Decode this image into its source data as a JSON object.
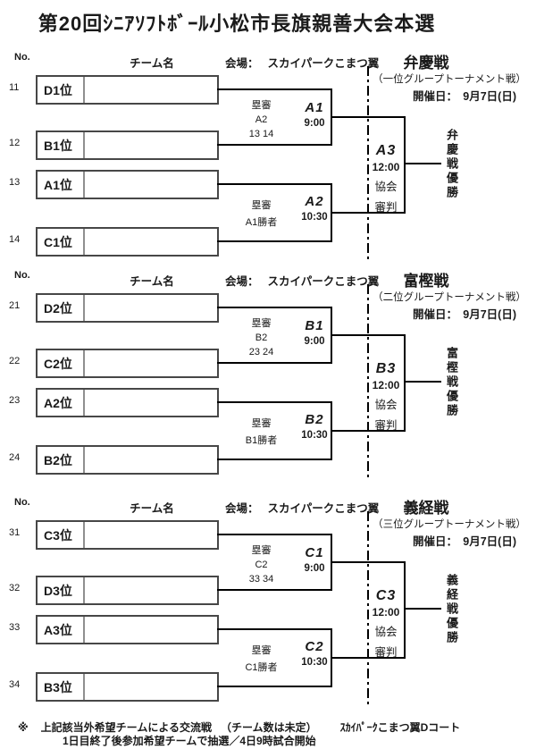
{
  "title": "第20回ｼﾆｱｿﾌﾄﾎﾞｰﾙ小松市長旗親善大会本選",
  "headers": {
    "no": "No.",
    "team": "チーム名",
    "venue_label": "会場：",
    "venue": "スカイパークこまつ翼"
  },
  "brackets": [
    {
      "name": "弁慶戦",
      "subtitle": "（一位グループトーナメント戦）",
      "date": "開催日：　9月7日(日)",
      "teams": [
        {
          "no": "11",
          "seed": "D1位",
          "name": ""
        },
        {
          "no": "12",
          "seed": "B1位",
          "name": ""
        },
        {
          "no": "13",
          "seed": "A1位",
          "name": ""
        },
        {
          "no": "14",
          "seed": "C1位",
          "name": ""
        }
      ],
      "semi1": {
        "code": "A1",
        "time": "9:00",
        "ump_label": "塁審",
        "ump": "A2",
        "game_nos": "13 14"
      },
      "semi2": {
        "code": "A2",
        "time": "10:30",
        "ump_label": "塁審",
        "ump": "A1勝者"
      },
      "final": {
        "code": "A3",
        "time": "12:00",
        "judge_line1": "協会",
        "judge_line2": "審判"
      },
      "champion": "弁慶戦優勝"
    },
    {
      "name": "富樫戦",
      "subtitle": "（二位グループトーナメント戦）",
      "date": "開催日：　9月7日(日)",
      "teams": [
        {
          "no": "21",
          "seed": "D2位",
          "name": ""
        },
        {
          "no": "22",
          "seed": "C2位",
          "name": ""
        },
        {
          "no": "23",
          "seed": "A2位",
          "name": ""
        },
        {
          "no": "24",
          "seed": "B2位",
          "name": ""
        }
      ],
      "semi1": {
        "code": "B1",
        "time": "9:00",
        "ump_label": "塁審",
        "ump": "B2",
        "game_nos": "23 24"
      },
      "semi2": {
        "code": "B2",
        "time": "10:30",
        "ump_label": "塁審",
        "ump": "B1勝者"
      },
      "final": {
        "code": "B3",
        "time": "12:00",
        "judge_line1": "協会",
        "judge_line2": "審判"
      },
      "champion": "富樫戦優勝"
    },
    {
      "name": "義経戦",
      "subtitle": "（三位グループトーナメント戦）",
      "date": "開催日：　9月7日(日)",
      "teams": [
        {
          "no": "31",
          "seed": "C3位",
          "name": ""
        },
        {
          "no": "32",
          "seed": "D3位",
          "name": ""
        },
        {
          "no": "33",
          "seed": "A3位",
          "name": ""
        },
        {
          "no": "34",
          "seed": "B3位",
          "name": ""
        }
      ],
      "semi1": {
        "code": "C1",
        "time": "9:00",
        "ump_label": "塁審",
        "ump": "C2",
        "game_nos": "33 34"
      },
      "semi2": {
        "code": "C2",
        "time": "10:30",
        "ump_label": "塁審",
        "ump": "C1勝者"
      },
      "final": {
        "code": "C3",
        "time": "12:00",
        "judge_line1": "協会",
        "judge_line2": "審判"
      },
      "champion": "義経戦優勝"
    }
  ],
  "footer": {
    "marker": "※",
    "line1a": "上記該当外希望チームによる交流戦",
    "line1b": "（チーム数は未定）",
    "line1c": "ｽｶｲﾊﾟｰｸこまつ翼Dコート",
    "line2": "1日目終了後参加希望チームで抽選／4日9時試合開始"
  }
}
